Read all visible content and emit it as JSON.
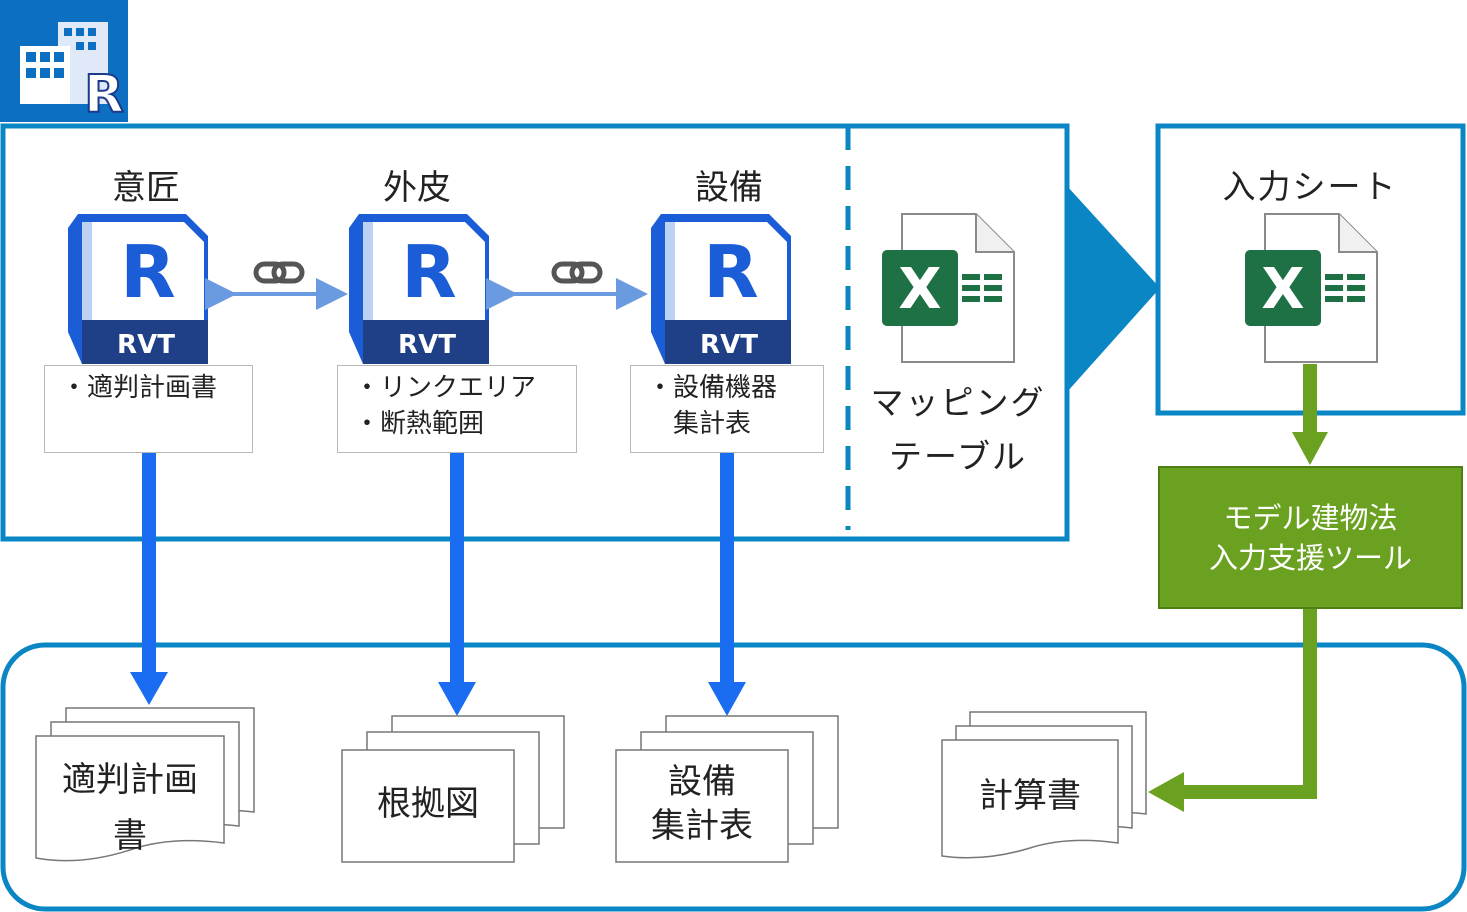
{
  "models": [
    {
      "title": "意匠",
      "badge": "RVT",
      "letter": "R",
      "notes": [
        "・適判計画書"
      ]
    },
    {
      "title": "外皮",
      "badge": "RVT",
      "letter": "R",
      "notes": [
        "・リンクエリア",
        "・断熱範囲"
      ]
    },
    {
      "title": "設備",
      "badge": "RVT",
      "letter": "R",
      "notes": [
        "・設備機器",
        "　集計表"
      ]
    }
  ],
  "mapping_table": {
    "lines": [
      "マッピング",
      "テーブル"
    ],
    "icon": "excel-icon",
    "letter": "X"
  },
  "input_sheet": {
    "title": "入力シート",
    "icon": "excel-icon",
    "letter": "X"
  },
  "tool": {
    "lines": [
      "モデル建物法",
      "入力支援ツール"
    ]
  },
  "outputs": [
    {
      "lines": [
        "適判計画",
        "書"
      ]
    },
    {
      "lines": [
        "根拠図"
      ]
    },
    {
      "lines": [
        "設備",
        "集計表"
      ]
    },
    {
      "lines": [
        "計算書"
      ]
    }
  ],
  "app_logo": {
    "icon": "building-r-logo",
    "letter": "R"
  },
  "link_icon": "chain-link-icon",
  "colors": {
    "frame_blue": "#0a86c4",
    "arrow_blue": "#1a6cf0",
    "link_blue": "#6a9be0",
    "green": "#6aa121",
    "rvt_navy": "#1f3f86",
    "rvt_blue": "#1a5dd6",
    "excel_green": "#1e7145"
  }
}
